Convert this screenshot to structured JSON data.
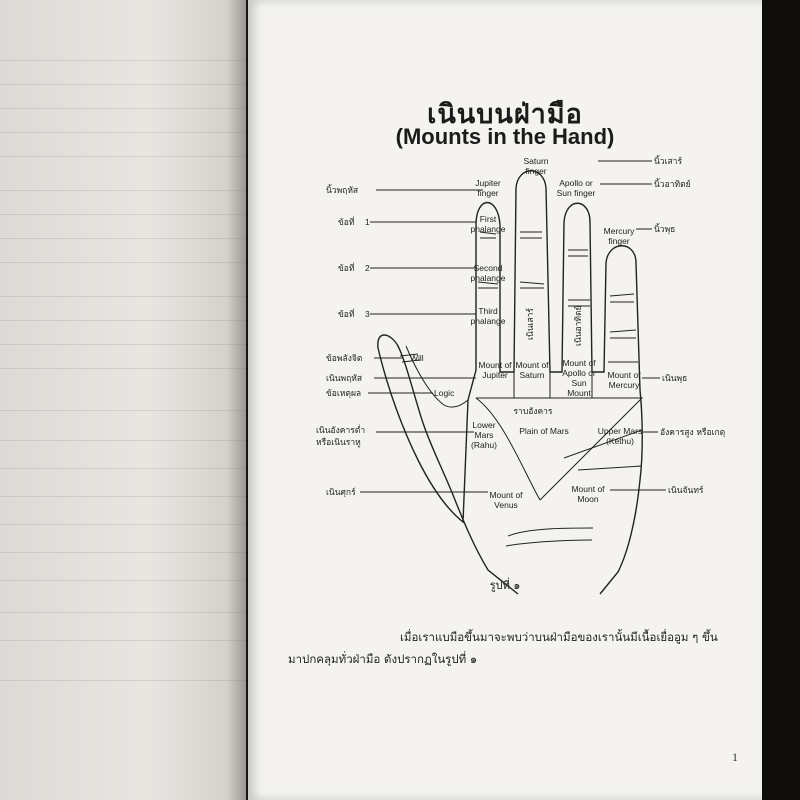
{
  "page": {
    "title_thai": "เนินบนฝ่ามือ",
    "title_english": "(Mounts in the Hand)",
    "figure_caption": "รูปที่ ๑",
    "paragraph_line1": "เมื่อเราแบมือขึ้นมาจะพบว่าบนฝ่ามือของเรานั้นมีเนื้อเยื่ออูม ๆ   ขึ้น",
    "paragraph_line2": "มาปกคลุมทั่วฝ่ามือ  ดังปรากฏในรูปที่  ๑",
    "page_number": "1"
  },
  "diagram": {
    "fingers": {
      "saturn_1": "Saturn",
      "saturn_2": "finger",
      "jupiter_1": "Jupiter",
      "jupiter_2": "finger",
      "apollo_1": "Apollo or",
      "apollo_2": "Sun finger",
      "mercury_1": "Mercury",
      "mercury_2": "finger"
    },
    "phalanges": {
      "first_1": "First",
      "first_2": "phalange",
      "second_1": "Second",
      "second_2": "phalange",
      "third_1": "Third",
      "third_2": "phalange"
    },
    "mounts": {
      "will": "Will",
      "logic": "Logic",
      "jupiter_1": "Mount of",
      "jupiter_2": "Jupiter",
      "saturn_1": "Mount of",
      "saturn_2": "Saturn",
      "apollo_1": "Mount of",
      "apollo_2": "Apollo or",
      "apollo_3": "Sun",
      "apollo_4": "Mount",
      "mercury_1": "Mount of",
      "mercury_2": "Mercury",
      "plain_thai": "ราบอังคาร",
      "plain": "Plain of Mars",
      "lower_mars_1": "Lower",
      "lower_mars_2": "Mars",
      "lower_mars_3": "(Rahu)",
      "upper_mars_1": "Upper Mars",
      "upper_mars_2": "(Kethu)",
      "venus_1": "Mount of",
      "venus_2": "Venus",
      "moon_1": "Mount of",
      "moon_2": "Moon",
      "finger_saturn_thai": "เนินเสาร์",
      "finger_sun_thai": "เนินอาทิตย์"
    },
    "thai_left": {
      "index_finger": "นิ้วพฤหัส",
      "joint1": "ข้อที่",
      "joint1_num": "1",
      "joint2": "ข้อที่",
      "joint2_num": "2",
      "joint3": "ข้อที่",
      "joint3_num": "3",
      "willpower": "ข้อพลังจิต",
      "jupiter_mount": "เนินพฤหัส",
      "reason": "ข้อเหตุผล",
      "lower_mars_1": "เนินอังคารต่ำ",
      "lower_mars_2": "หรือเนินราหู",
      "venus": "เนินศุกร์"
    },
    "thai_right": {
      "saturn_finger": "นิ้วเสาร์",
      "sun_finger": "นิ้วอาทิตย์",
      "mercury_finger": "นิ้วพุธ",
      "mercury_mount": "เนินพุธ",
      "upper_mars": "อังคารสูง  หรือเกตุ",
      "moon": "เนินจันทร์"
    }
  }
}
